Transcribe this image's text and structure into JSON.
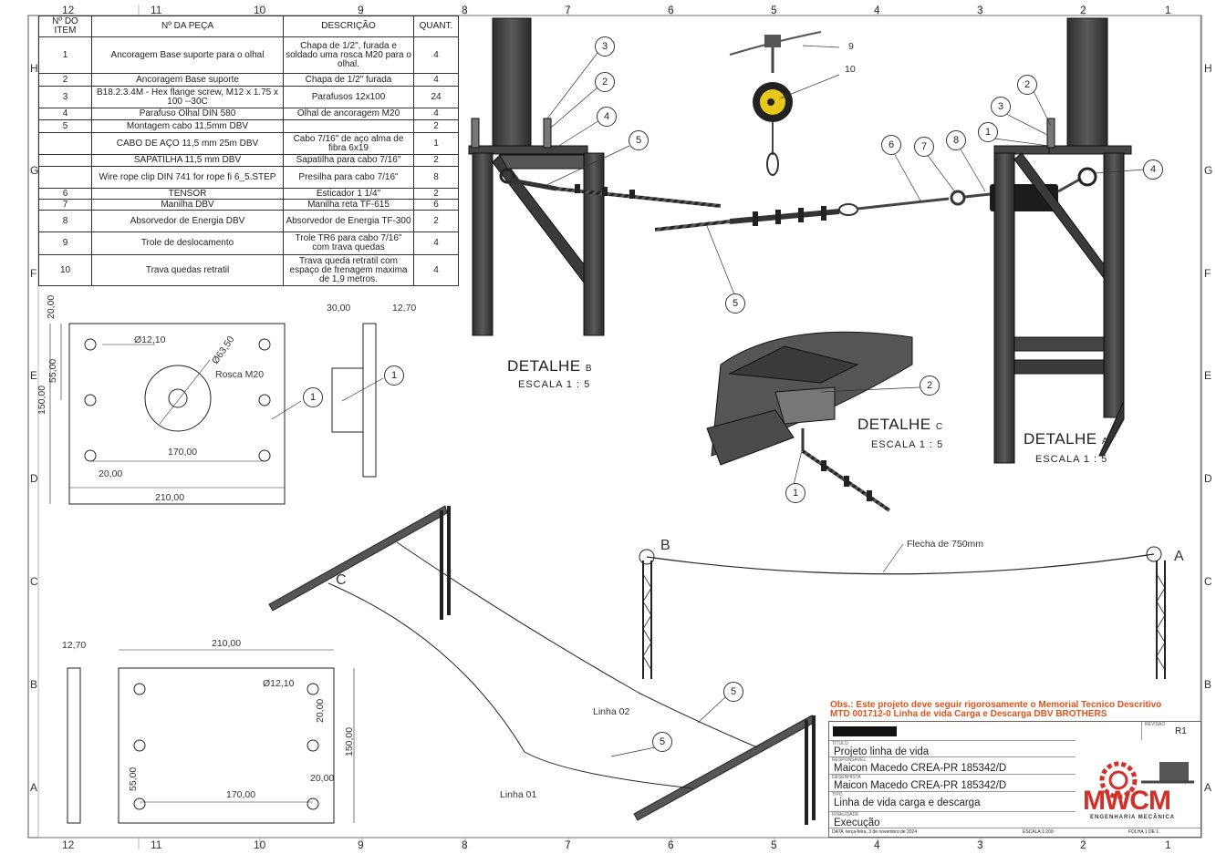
{
  "zones": {
    "columns": [
      "12",
      "11",
      "10",
      "9",
      "8",
      "7",
      "6",
      "5",
      "4",
      "3",
      "2",
      "1"
    ],
    "rows": [
      "H",
      "G",
      "F",
      "E",
      "D",
      "C",
      "B",
      "A"
    ]
  },
  "bom": {
    "headers": [
      "Nº DO ITEM",
      "Nº DA PEÇA",
      "DESCRIÇÃO",
      "QUANT."
    ],
    "rows": [
      {
        "item": "1",
        "part": "Ancoragem Base suporte para o olhal",
        "desc": "Chapa de 1/2\", furada e soldado uma rosca M20 para o olhal.",
        "qty": "4"
      },
      {
        "item": "2",
        "part": "Ancoragem Base suporte",
        "desc": "Chapa de 1/2\" furada",
        "qty": "4"
      },
      {
        "item": "3",
        "part": "B18.2.3.4M - Hex flange screw, M12 x 1.75 x 100 --30C",
        "desc": "Parafusos 12x100",
        "qty": "24"
      },
      {
        "item": "4",
        "part": "Parafuso Olhal DIN 580",
        "desc": "Olhal de ancoragem M20",
        "qty": "4"
      },
      {
        "item": "5",
        "part": "Montagem cabo 11,5mm DBV",
        "desc": "",
        "qty": "2"
      },
      {
        "item": "",
        "part": "CABO DE AÇO 11,5 mm 25m DBV",
        "desc": "Cabo 7/16\" de aço alma de fibra 6x19",
        "qty": "1"
      },
      {
        "item": "",
        "part": "SAPATILHA 11,5 mm DBV",
        "desc": "Sapatilha para cabo 7/16\"",
        "qty": "2"
      },
      {
        "item": "",
        "part": "Wire rope clip DIN 741 for rope fi 6_5.STEP",
        "desc": "Presilha para cabo 7/16\"",
        "qty": "8"
      },
      {
        "item": "6",
        "part": "TENSOR",
        "desc": "Esticador 1 1/4\"",
        "qty": "2"
      },
      {
        "item": "7",
        "part": "Manilha DBV",
        "desc": "Manilha reta TF-615",
        "qty": "6"
      },
      {
        "item": "8",
        "part": "Absorvedor de Energia DBV",
        "desc": "Absorvedor de Energia TF-300",
        "qty": "2"
      },
      {
        "item": "9",
        "part": "Trole de deslocamento",
        "desc": "Trole TR6 para cabo 7/16\" com trava quedas",
        "qty": "4"
      },
      {
        "item": "10",
        "part": "Trava quedas retratil",
        "desc": "Trava queda retratil com espaço de frenagem maxima de 1,9 metros.",
        "qty": "4"
      }
    ]
  },
  "plate_top": {
    "dims": {
      "d1": "20,00",
      "d2": "55,00",
      "d3": "150,00",
      "hole": "Ø12,10",
      "center": "Ø63,50",
      "thread": "Rosca M20",
      "w_holes": "170,00",
      "offset": "20,00",
      "width": "210,00"
    },
    "side": {
      "t1": "30,00",
      "t2": "12,70"
    },
    "balloon": "1"
  },
  "plate_bottom": {
    "dims": {
      "thick": "12,70",
      "width": "210,00",
      "hole": "Ø12,10",
      "d1": "20,00",
      "height": "150,00",
      "d2": "20,00",
      "v55": "55,00",
      "w_holes": "170,00"
    }
  },
  "details": {
    "b": {
      "title": "DETALHE",
      "letter": "B",
      "scale": "ESCALA  1 : 5"
    },
    "c": {
      "title": "DETALHE",
      "letter": "C",
      "scale": "ESCALA  1 : 5"
    },
    "a": {
      "title": "DETALHE",
      "letter": "A",
      "scale": "ESCALA  1 : 5"
    }
  },
  "balloons": {
    "b3": "3",
    "b2": "2",
    "b4": "4",
    "b5": "5",
    "trole": "9",
    "trava": "10",
    "m6": "6",
    "m7": "7",
    "m8": "8",
    "m5": "5",
    "a2": "2",
    "a3": "3",
    "a1": "1",
    "a4": "4",
    "c2": "2",
    "c1": "1",
    "l5a": "5",
    "l5b": "5"
  },
  "elevation": {
    "point_b": "B",
    "point_a": "A",
    "sag": "Flecha de 750mm"
  },
  "iso": {
    "point_c": "C",
    "line1": "Linha 01",
    "line2": "Linha 02"
  },
  "obs": {
    "line1": "Obs.: Este projeto deve seguir rigorosamente o Memorial Tecnico Descritivo",
    "line2": "MTD 001712-0 Linha de vida Carga e Descarga DBV BROTHERS"
  },
  "title_block": {
    "revision_label": "REVISÃO",
    "revision": "R1",
    "title_cap": "TÍTULO",
    "title": "Projeto linha de vida",
    "resp_cap": "RESPONSÁVEL",
    "responsible": "Maicon Macedo CREA-PR 185342/D",
    "des_cap": "DESENHISTA",
    "drafter": "Maicon Macedo CREA-PR 185342/D",
    "sheet_cap": "TIPO",
    "subject": "Linha de vida carga e descarga",
    "fin_cap": "FINALIDADE",
    "purpose": "Execução",
    "date_cap": "DATA",
    "date": "terça-feira, 3 de novembro de 2024",
    "scale": "ESCALA:1:200",
    "sheet": "FOLHA 1 DE 1"
  },
  "logo": {
    "name": "MWCM",
    "tagline": "ENGENHARIA MECÂNICA"
  },
  "colors": {
    "logo_red": "#d0322a",
    "obs_orange": "#e0521c",
    "steel": "#3a3a3a"
  }
}
